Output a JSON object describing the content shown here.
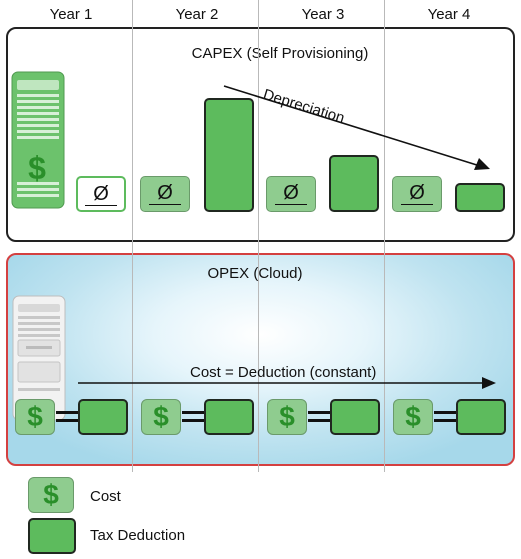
{
  "years": [
    "Year 1",
    "Year 2",
    "Year 3",
    "Year 4"
  ],
  "capex": {
    "title": "CAPEX (Self Provisioning)",
    "arrow_label": "Depreciation",
    "zero_symbol": "Ø",
    "cost_symbol": "$"
  },
  "opex": {
    "title": "OPEX (Cloud)",
    "arrow_label": "Cost = Deduction (constant)",
    "cost_symbol": "$"
  },
  "legend": {
    "cost_label": "Cost",
    "cost_symbol": "$",
    "deduction_label": "Tax Deduction"
  },
  "colors": {
    "deduction_green": "#5dbb5d",
    "cost_green": "#8fcc8f",
    "dollar_green": "#2a8f2a",
    "capex_border": "#222222",
    "opex_border": "#d44040",
    "opex_fill": "#a6d8ea"
  }
}
